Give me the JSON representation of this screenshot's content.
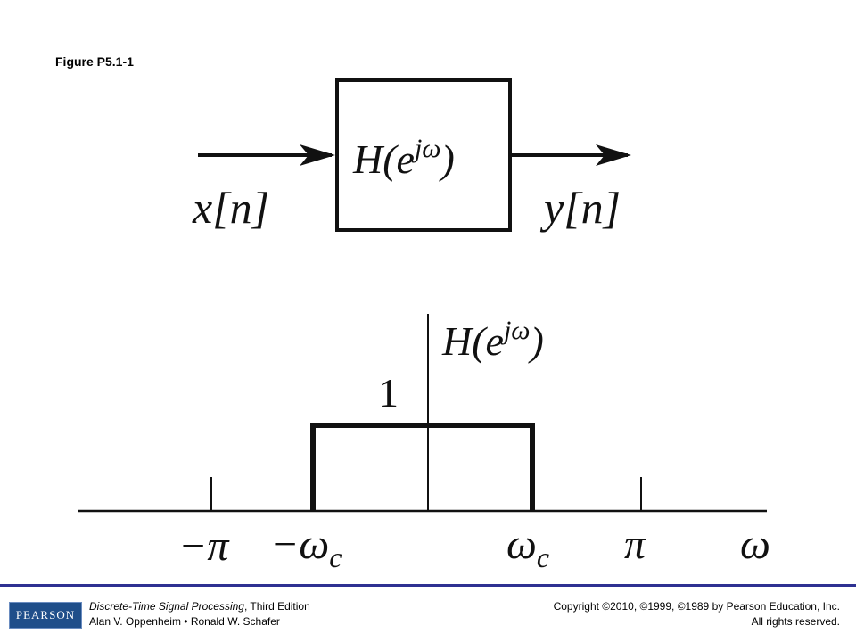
{
  "figure": {
    "label": "Figure P5.1-1"
  },
  "block_diagram": {
    "input_label": "x[n]",
    "system_label": "H(e^jω)",
    "output_label": "y[n]"
  },
  "frequency_response": {
    "ylabel": "H(e^jω)",
    "passband_gain": "1",
    "tick_labels": {
      "neg_pi": "−π",
      "neg_wc": "−ω",
      "wc": "ω",
      "pi": "π",
      "omega": "ω",
      "subscript_c": "c"
    }
  },
  "footer": {
    "logo_text": "PEARSON",
    "book_title": "Discrete-Time Signal Processing",
    "edition": ", Third Edition",
    "authors": "Alan V. Oppenheim • Ronald W. Schafer",
    "copyright": "Copyright ©2010, ©1999, ©1989 by Pearson Education, Inc.",
    "rights": "All rights reserved."
  }
}
